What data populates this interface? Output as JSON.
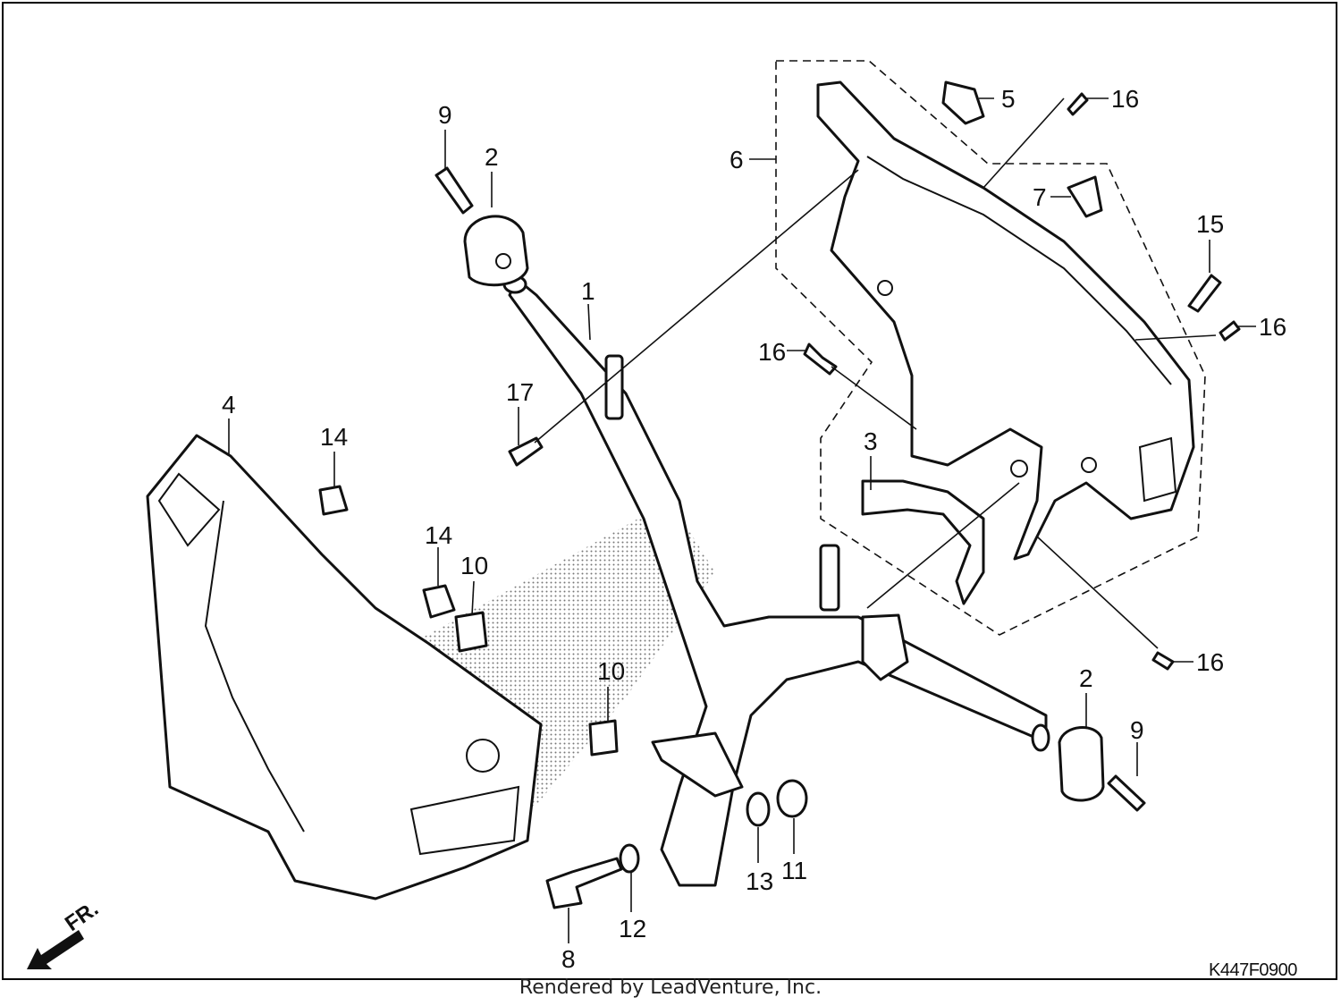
{
  "diagram": {
    "callouts": [
      "1",
      "2",
      "2",
      "3",
      "4",
      "5",
      "6",
      "7",
      "8",
      "9",
      "9",
      "10",
      "10",
      "11",
      "12",
      "13",
      "14",
      "14",
      "15",
      "16",
      "16",
      "16",
      "16",
      "17"
    ],
    "direction_label": "FR.",
    "figure_code": "K447F0900",
    "footer": "Rendered by LeadVenture, Inc."
  }
}
